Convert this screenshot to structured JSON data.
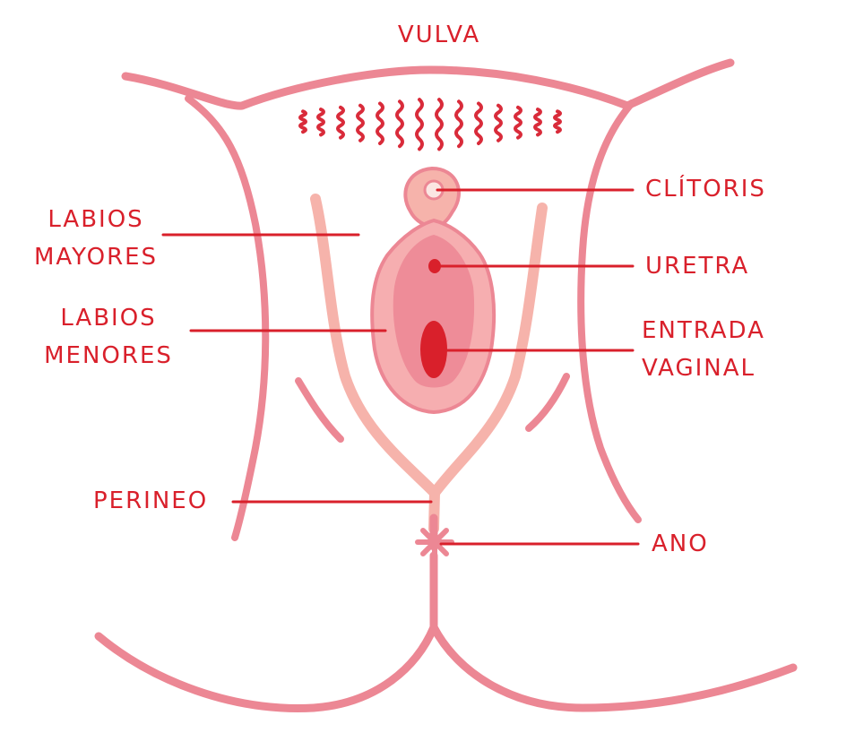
{
  "title": "VULVA",
  "labels": {
    "clitoris": "CLÍTORIS",
    "uretra": "URETRA",
    "entrada_vaginal": [
      "ENTRADA",
      "VAGINAL"
    ],
    "labios_mayores": [
      "LABIOS",
      "MAYORES"
    ],
    "labios_menores": [
      "LABIOS",
      "MENORES"
    ],
    "perineo": "PERINEO",
    "ano": "ANO"
  },
  "colors": {
    "outline": "#ec8794",
    "inner_lips": "#f6b3ab",
    "vestibule": "#ee8c98",
    "labia_minora_fill": "#f6aeb0",
    "text_and_leaders": "#d9202b",
    "hair": "#d92b3a"
  }
}
